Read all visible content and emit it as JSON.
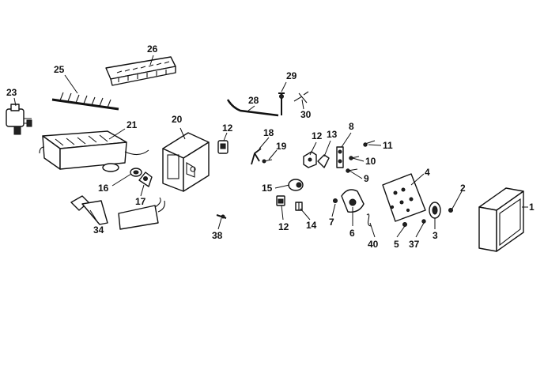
{
  "diagram": {
    "callouts": {
      "c1": "1",
      "c2": "2",
      "c3": "3",
      "c4": "4",
      "c5": "5",
      "c6": "6",
      "c7": "7",
      "c8": "8",
      "c9": "9",
      "c10": "10",
      "c11": "11",
      "c12a": "12",
      "c12b": "12",
      "c12c": "12",
      "c13": "13",
      "c15": "15",
      "c14": "14",
      "c16": "16",
      "c17": "17",
      "c18": "18",
      "c19": "19",
      "c20": "20",
      "c21": "21",
      "c23": "23",
      "c25": "25",
      "c26": "26",
      "c28": "28",
      "c29": "29",
      "c30": "30",
      "c34": "34",
      "c37": "37",
      "c38": "38",
      "c40": "40"
    }
  }
}
